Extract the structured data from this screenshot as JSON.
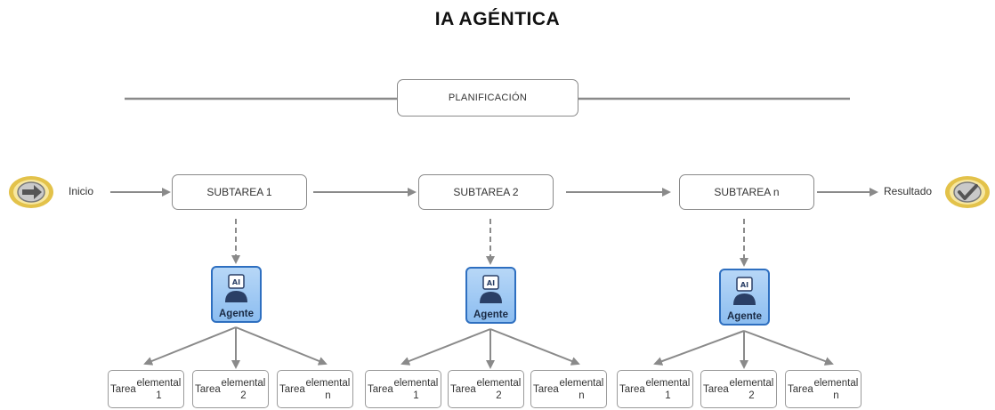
{
  "title": "IA AGÉNTICA",
  "planning_label": "PLANIFICACIÓN",
  "start_label": "Inicio",
  "result_label": "Resultado",
  "subtasks": [
    {
      "label": "SUBTAREA 1"
    },
    {
      "label": "SUBTAREA 2"
    },
    {
      "label": "SUBTAREA n"
    }
  ],
  "agent_label": "Agente",
  "tasks": [
    {
      "line1": "Tarea",
      "line2": "elemental 1"
    },
    {
      "line1": "Tarea",
      "line2": "elemental 2"
    },
    {
      "line1": "Tarea",
      "line2": "elemental n"
    }
  ],
  "colors": {
    "badge_ring": "#e3c24a",
    "badge_fill": "#f7e7a0",
    "agent_border": "#2e6fc0",
    "agent_fill": "#a9cdf4",
    "line": "#8a8a8a"
  },
  "icons": {
    "start": "arrow-right-icon",
    "result": "checkmark-icon",
    "agent": "ai-person-icon"
  }
}
